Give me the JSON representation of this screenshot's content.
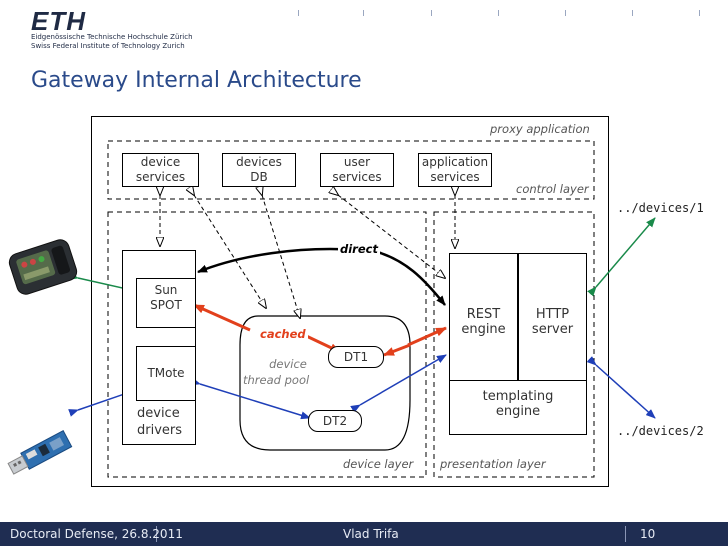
{
  "header": {
    "logo_text": "ETH",
    "institution_de": "Eidgenössische Technische Hochschule Zürich",
    "institution_en": "Swiss Federal Institute of Technology Zurich"
  },
  "slide": {
    "title": "Gateway Internal Architecture"
  },
  "diagram": {
    "proxy_application": "proxy application",
    "control_layer": "control layer",
    "device_layer": "device layer",
    "presentation_layer": "presentation layer",
    "control_boxes": {
      "device_services": [
        "device",
        "services"
      ],
      "devices_db": [
        "devices",
        "DB"
      ],
      "user_services": [
        "user",
        "services"
      ],
      "application_services": [
        "application",
        "services"
      ]
    },
    "sun_spot": [
      "Sun",
      "SPOT"
    ],
    "tmote": "TMote",
    "device_drivers": [
      "device",
      "drivers"
    ],
    "thread_pool": [
      "device",
      "thread pool"
    ],
    "dt1": "DT1",
    "dt2": "DT2",
    "rest_engine": [
      "REST",
      "engine"
    ],
    "http_server": [
      "HTTP",
      "server"
    ],
    "templating_engine": [
      "templating",
      "engine"
    ],
    "direct_label": "direct",
    "cached_label": "cached",
    "url_1": "../devices/1",
    "url_2": "../devices/2"
  },
  "colors": {
    "title": "#2a4a8a",
    "footer_bg": "#1f2d52",
    "red_arrow": "#e2401c",
    "blue_arrow": "#1f3fb8",
    "green_arrow": "#1a8a4a"
  },
  "footer": {
    "left": "Doctoral Defense, 26.8.2011",
    "center": "Vlad Trifa",
    "page": "10"
  }
}
